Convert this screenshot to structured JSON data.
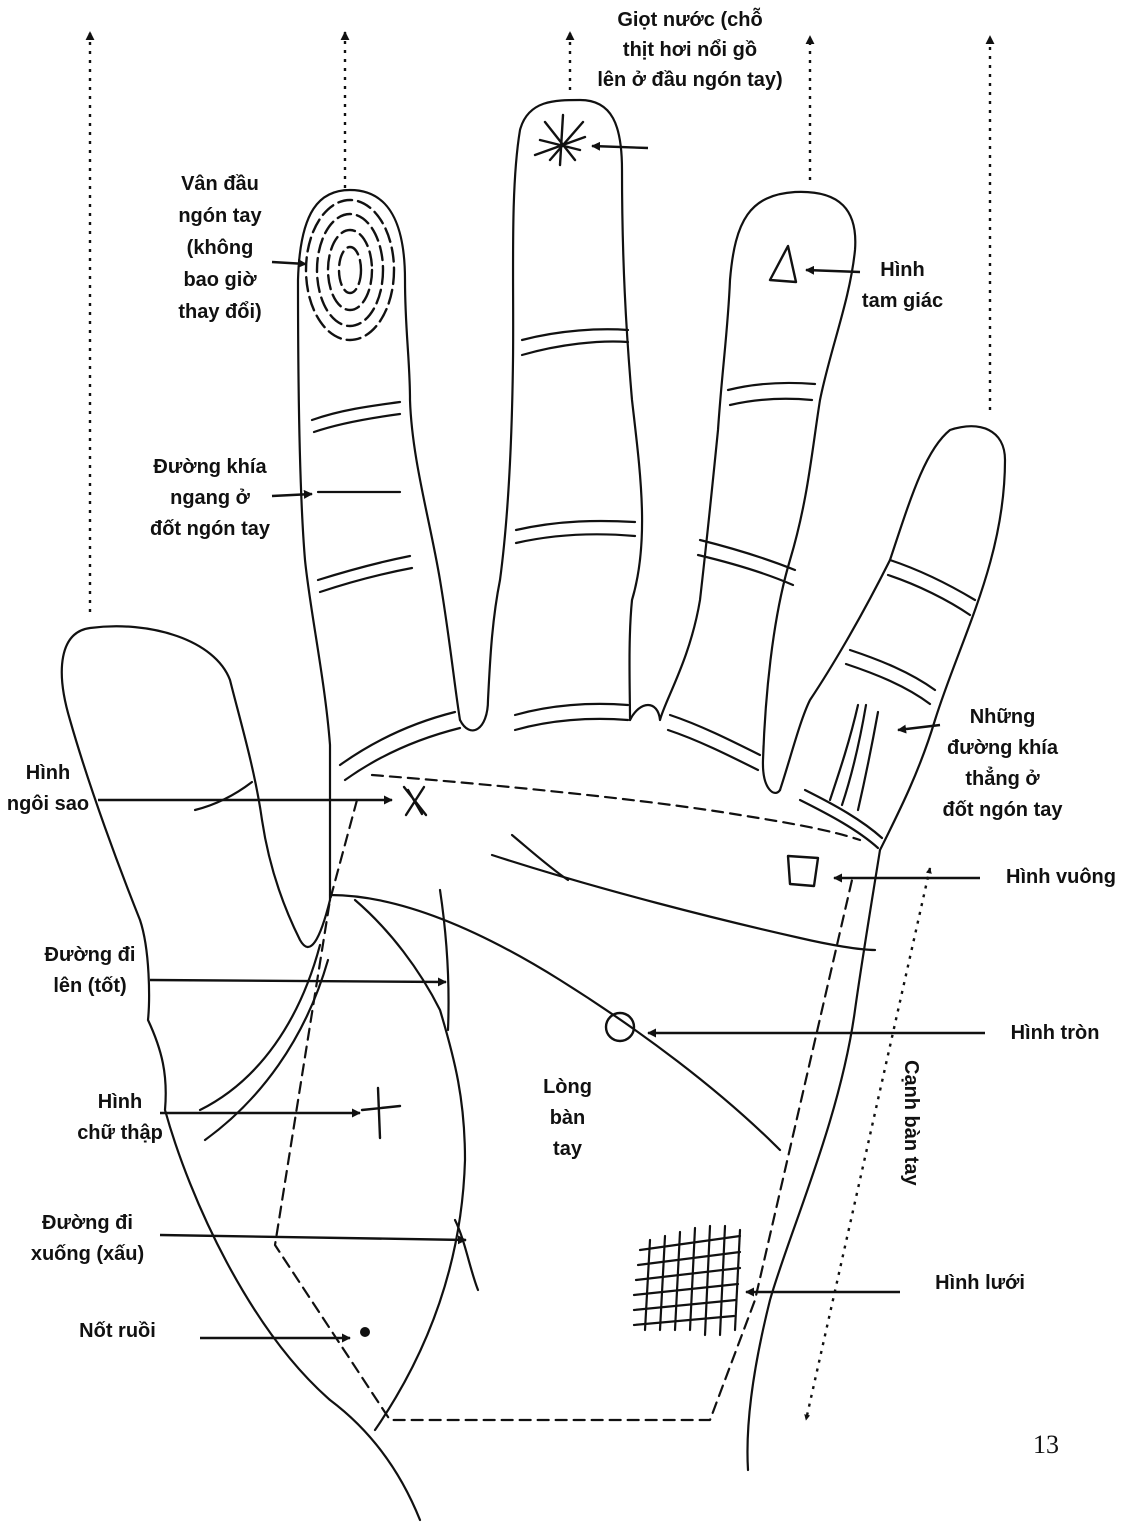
{
  "labels": {
    "giot_nuoc": "Giọt nước (chỗ\nthịt hơi nổi gồ\nlên ở đầu ngón tay)",
    "van_dau": "Vân đầu\nngón tay\n(không\nbao giờ\nthay đổi)",
    "tam_giac": "Hình\ntam giác",
    "khia_ngang": "Đường khía\nngang ở\nđốt ngón tay",
    "khia_thang": "Những\nđường khía\nthẳng ở\nđốt ngón tay",
    "ngoi_sao": "Hình\nngôi sao",
    "vuong": "Hình vuông",
    "di_len": "Đường đi\nlên (tốt)",
    "tron": "Hình tròn",
    "long_ban_tay": "Lòng\nbàn\ntay",
    "chu_thap": "Hình\nchữ thập",
    "canh_ban_tay": "Cạnh bàn tay",
    "di_xuong": "Đường đi\nxuống (xấu)",
    "luoi": "Hình lưới",
    "not_ruoi": "Nốt ruồi"
  },
  "page_number": "13",
  "colors": {
    "ink": "#111111",
    "background": "#ffffff"
  }
}
